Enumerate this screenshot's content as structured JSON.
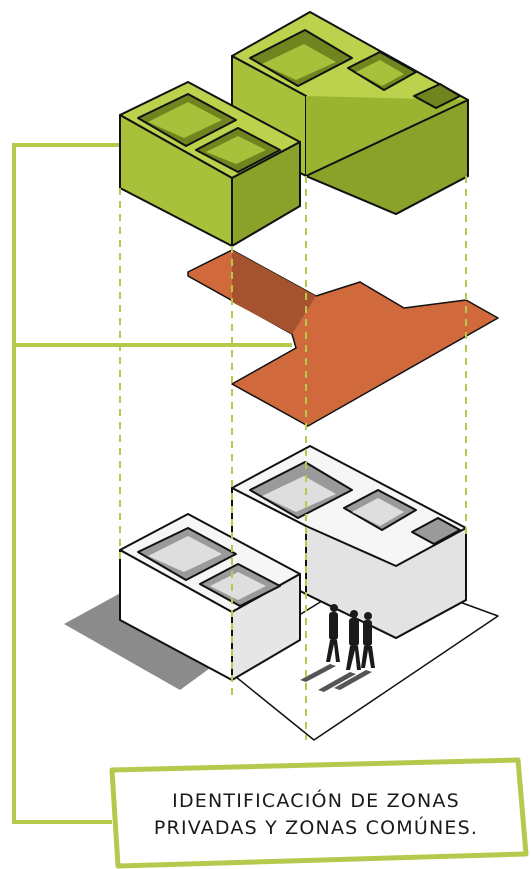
{
  "caption": {
    "line1": "IDENTIFICACIÓN DE ZONAS",
    "line2": "PRIVADAS Y ZONAS COMÚNES."
  },
  "colors": {
    "private_volume": "#a8c13a",
    "private_volume_dark": "#8aa12a",
    "private_volume_top": "#bcd24c",
    "common_zone": "#d0693c",
    "common_zone_shadow": "#a5532f",
    "built_volume": "#f4f4f4",
    "leader_line": "#b7c94c",
    "outline": "#111111"
  },
  "layers": [
    {
      "name": "private-zones",
      "icon": "green-volume"
    },
    {
      "name": "common-zones",
      "icon": "orange-plate"
    },
    {
      "name": "building-model",
      "icon": "white-volume"
    }
  ],
  "figures": {
    "count": 3
  }
}
